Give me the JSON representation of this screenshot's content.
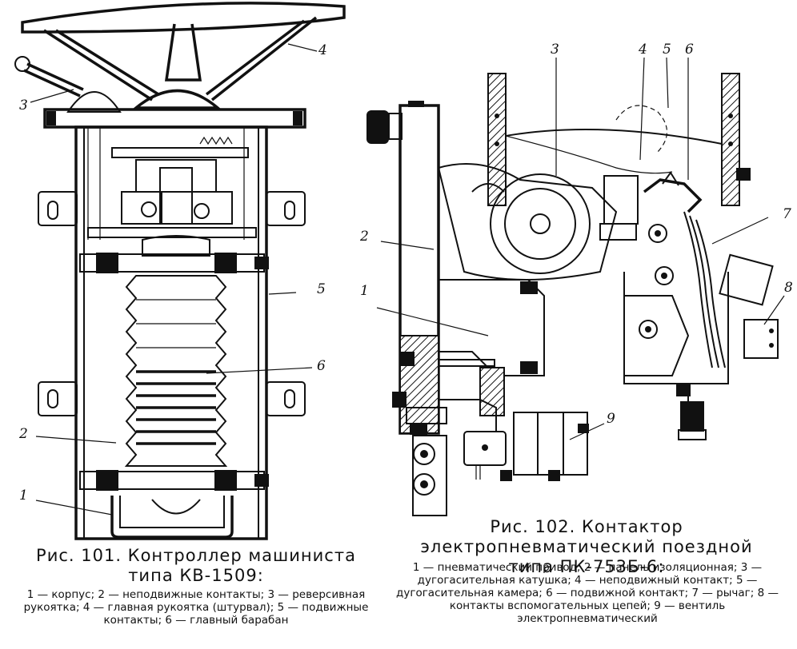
{
  "figure101": {
    "callouts": [
      "1",
      "2",
      "3",
      "4",
      "5",
      "6"
    ],
    "caption_title": "Рис. 101. Контроллер машиниста типа КВ-1509:",
    "caption_legend": "1 — корпус; 2 — неподвижные контакты; 3 — реверсивная рукоятка; 4 — главная рукоятка (штурвал); 5 — подвижные контакты; 6 — главный барабан"
  },
  "figure102": {
    "callouts": [
      "1",
      "2",
      "3",
      "4",
      "5",
      "6",
      "7",
      "8",
      "9"
    ],
    "caption_title": "Рис. 102. Контактор электропневматический поездной типа ПК-753Б-6:",
    "caption_legend": "1 — пневматический привод; 2 — панель изоляционная; 3 — дугогасительная катушка; 4 — неподвижный контакт; 5 — дугогасительная камера; 6 — подвижной контакт; 7 — рычаг; 8 — контакты вспомогательных цепей; 9 — вентиль электропневматический"
  }
}
